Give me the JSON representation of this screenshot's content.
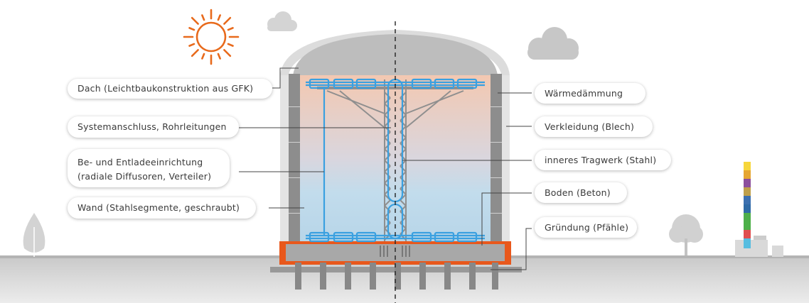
{
  "labels_left": {
    "roof": "Dach (Leichtbaukonstruktion aus GFK)",
    "system": "Systemanschluss, Rohrleitungen",
    "diffuser_line1": "Be- und Entladeeinrichtung",
    "diffuser_line2": "(radiale Diffusoren, Verteiler)",
    "wall": "Wand (Stahlsegmente, geschraubt)"
  },
  "labels_right": {
    "insulation": "Wärmedämmung",
    "cladding": "Verkleidung (Blech)",
    "structure": "inneres Tragwerk (Stahl)",
    "floor": "Boden (Beton)",
    "foundation": "Gründung (Pfähle)"
  },
  "icons": [
    "sun-icon",
    "cloud-icon",
    "tree-icon",
    "chimney-icon"
  ],
  "colors": {
    "foundation_orange": "#e8581c",
    "pipe_blue": "#3aa0e0",
    "steel_gray": "#8c8c8c",
    "sun_orange": "#e86a1c",
    "water_top": "#f3c9b3",
    "water_bottom": "#b9d7ea"
  }
}
